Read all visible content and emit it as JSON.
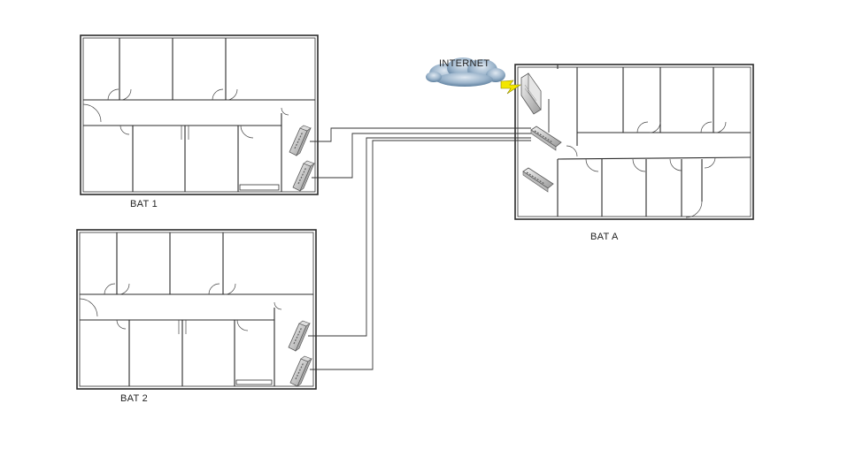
{
  "labels": {
    "internet": "INTERNET",
    "bat1": "BAT 1",
    "bat2": "BAT 2",
    "batA": "BAT A"
  },
  "colors": {
    "cloud_dark": "#5d7f9e",
    "cloud_light": "#c9d8e6",
    "link_bolt": "#f2e600",
    "wall": "#2b2b2b"
  },
  "icons": [
    "cloud-icon",
    "wan-link-icon",
    "router-icon",
    "switch-icon"
  ]
}
